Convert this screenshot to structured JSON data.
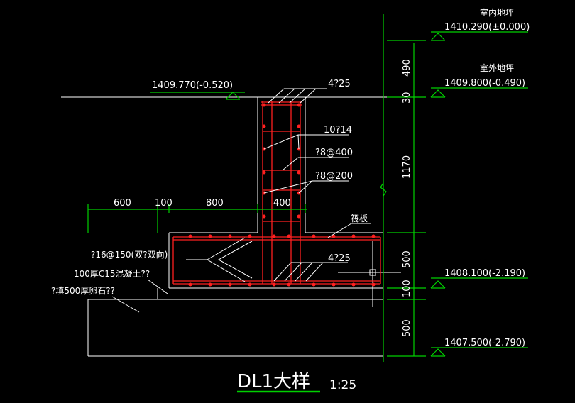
{
  "elevations": {
    "indoor_label": "室内地坪",
    "indoor_value": "1410.290(±0.000)",
    "outdoor_label": "室外地坪",
    "outdoor_value": "1409.800(-0.490)",
    "left_value": "1409.770(-0.520)",
    "raft_bottom": "1408.100(-2.190)",
    "base_bottom": "1407.500(-2.790)"
  },
  "vertical_dims": [
    "490",
    "30",
    "1170",
    "500",
    "100",
    "500"
  ],
  "horizontal_dims": [
    "600",
    "100",
    "800",
    "400"
  ],
  "rebar_labels": {
    "top_bars": "4?25",
    "side_bars": "10?14",
    "stirrup_1": "?8@400",
    "stirrup_2": "?8@200",
    "bottom_bars": "4?25",
    "raft": "筏板",
    "raft_rebar": "?16@150(双?双向)"
  },
  "layer_labels": {
    "concrete": "100厚C15混凝土??",
    "gravel": "?填500厚卵石??"
  },
  "title": {
    "main": "DL1大样",
    "scale": "1:25"
  },
  "colors": {
    "background": "#000000",
    "line": "#ffffff",
    "dimension": "#00d000",
    "rebar": "#ff2020"
  }
}
